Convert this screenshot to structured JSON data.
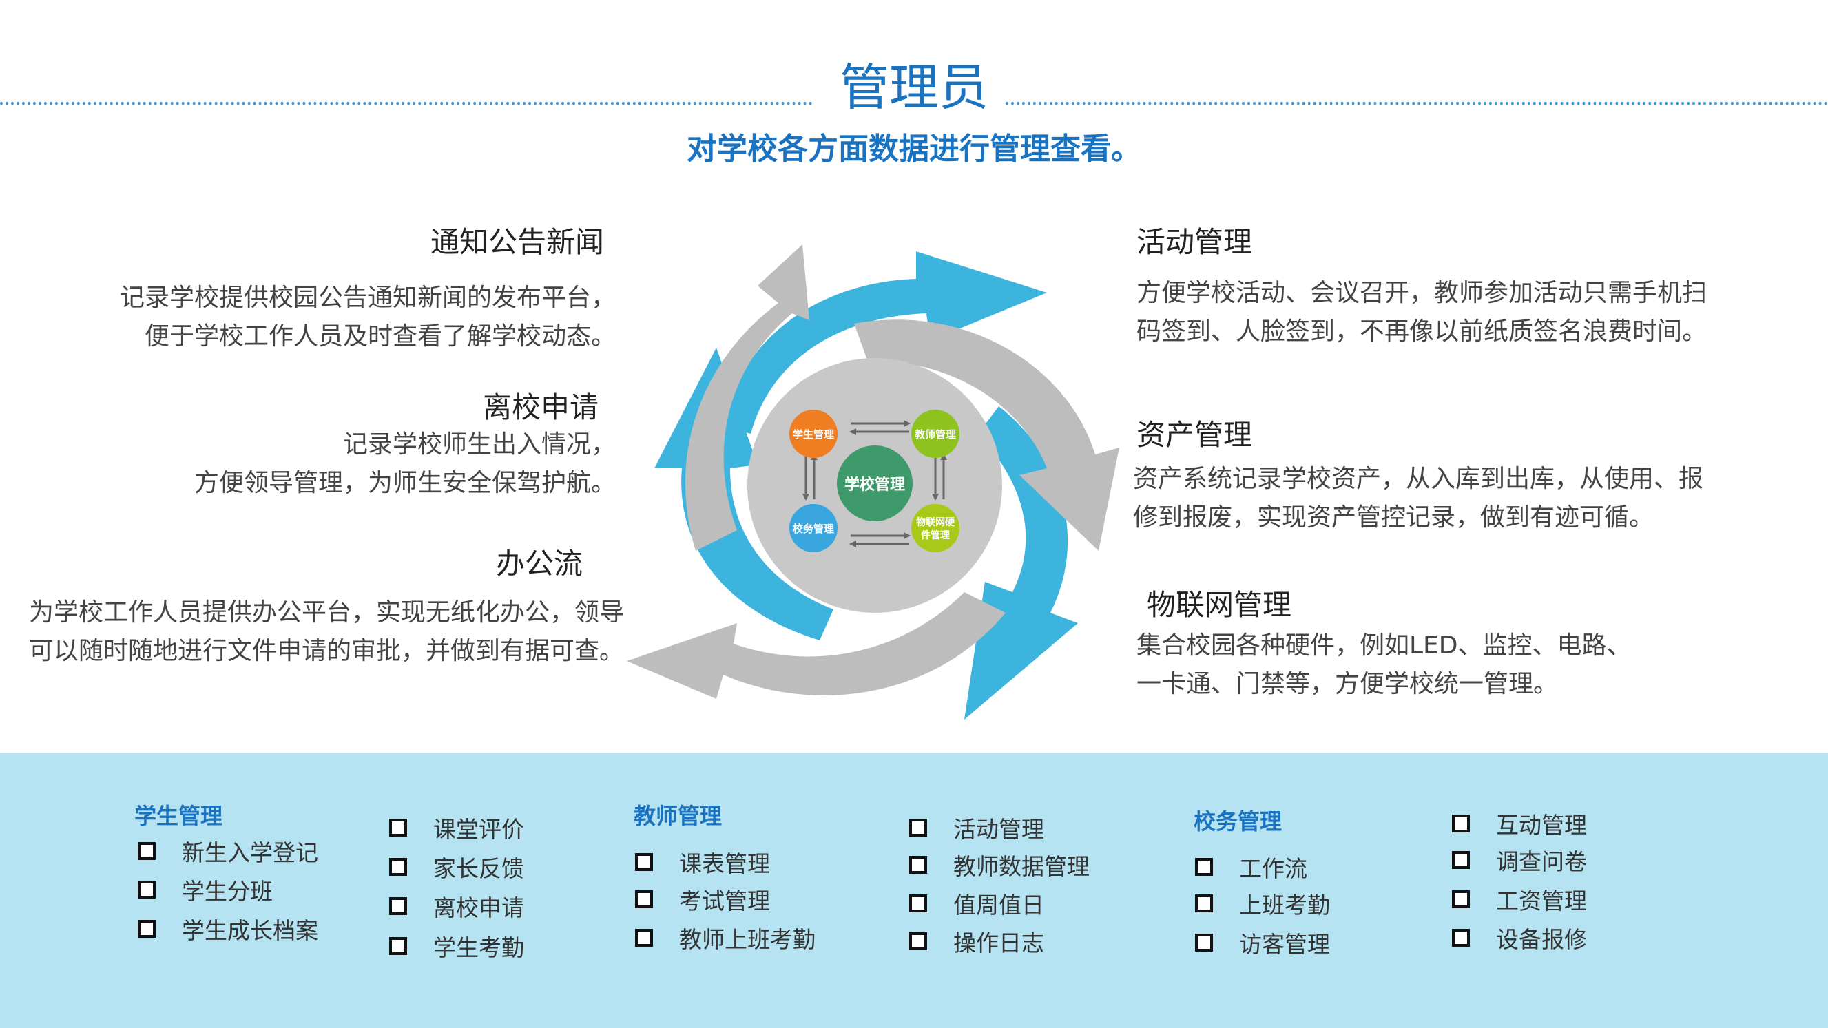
{
  "header": {
    "title": "管理员",
    "subtitle": "对学校各方面数据进行管理查看。"
  },
  "left_sections": [
    {
      "title": "通知公告新闻",
      "lines": [
        "记录学校提供校园公告通知新闻的发布平台，",
        "便于学校工作人员及时查看了解学校动态。"
      ]
    },
    {
      "title": "离校申请",
      "lines": [
        "记录学校师生出入情况，",
        "方便领导管理，为师生安全保驾护航。"
      ]
    },
    {
      "title": "办公流",
      "lines": [
        "为学校工作人员提供办公平台，实现无纸化办公，领导",
        "可以随时随地进行文件申请的审批，并做到有据可查。"
      ]
    }
  ],
  "right_sections": [
    {
      "title": "活动管理",
      "lines": [
        "方便学校活动、会议召开，教师参加活动只需手机扫",
        "码签到、人脸签到，不再像以前纸质签名浪费时间。"
      ]
    },
    {
      "title": "资产管理",
      "lines": [
        "资产系统记录学校资产，从入库到出库，从使用、报",
        "修到报废，实现资产管控记录，做到有迹可循。"
      ]
    },
    {
      "title": "物联网管理",
      "lines": [
        "集合校园各种硬件，例如LED、监控、电路、",
        "一卡通、门禁等，方便学校统一管理。"
      ]
    }
  ],
  "diagram": {
    "center": "学校管理",
    "nodes": [
      {
        "label_lines": [
          "学生管理"
        ],
        "color": "#ef7d22"
      },
      {
        "label_lines": [
          "教师管理"
        ],
        "color": "#8dc21f"
      },
      {
        "label_lines": [
          "校务管理"
        ],
        "color": "#3aa6e0"
      },
      {
        "label_lines": [
          "物联网硬",
          "件管理"
        ],
        "color": "#a8c81a"
      }
    ],
    "center_color": "#3f9a6b",
    "arrow_blue": "#3cb4dd",
    "arrow_gray": "#bdbdbd"
  },
  "bottom": {
    "columns": [
      {
        "title": "学生管理",
        "items": [
          "新生入学登记",
          "学生分班",
          "学生成长档案"
        ]
      },
      {
        "title": "",
        "items": [
          "课堂评价",
          "家长反馈",
          "离校申请",
          "学生考勤"
        ]
      },
      {
        "title": "教师管理",
        "items": [
          "课表管理",
          "考试管理",
          "教师上班考勤"
        ]
      },
      {
        "title": "",
        "items": [
          "活动管理",
          "教师数据管理",
          "值周值日",
          "操作日志"
        ]
      },
      {
        "title": "校务管理",
        "items": [
          "工作流",
          "上班考勤",
          "访客管理"
        ]
      },
      {
        "title": "",
        "items": [
          "互动管理",
          "调查问卷",
          "工资管理",
          "设备报修"
        ]
      }
    ]
  }
}
